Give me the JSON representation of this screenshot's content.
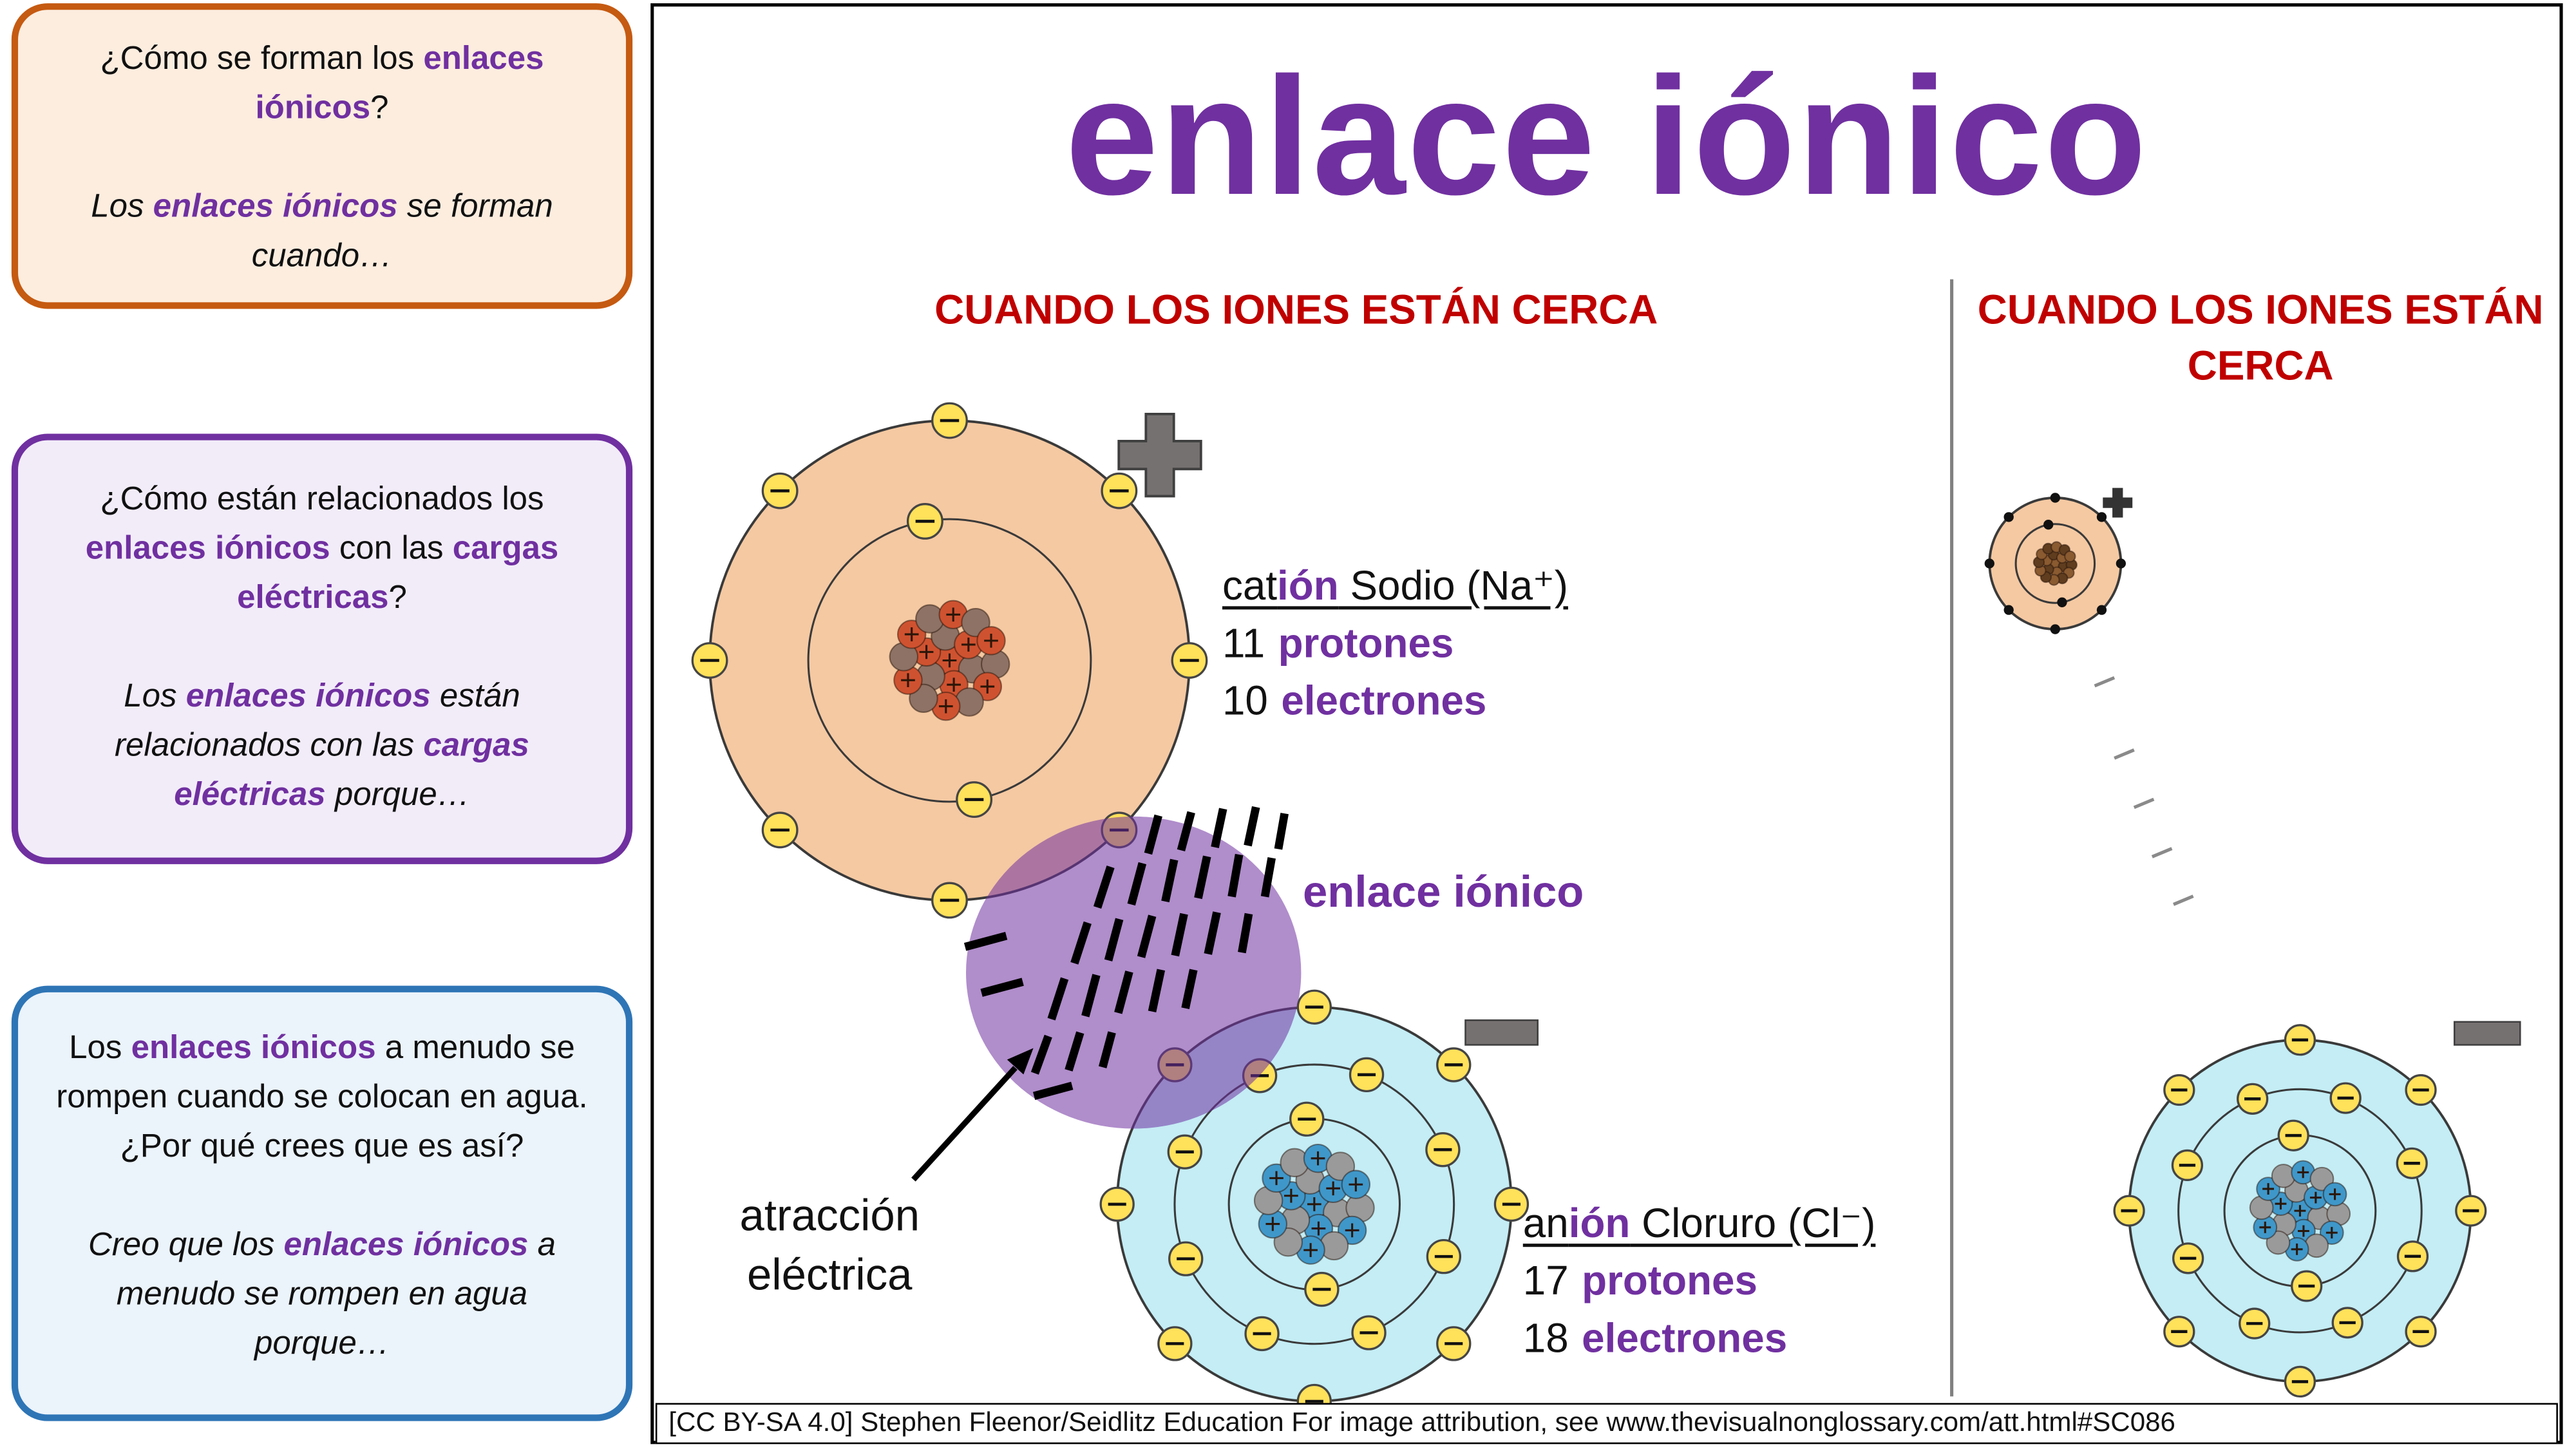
{
  "colors": {
    "purple": "#7030A0",
    "red": "#C00000",
    "box1_border": "#C55A11",
    "box2_border": "#7030A0",
    "box3_border": "#2E75B6",
    "sodium_fill": "#F5C9A2",
    "chloride_fill": "#C4EDF5",
    "electron_yellow": "#FFE15A",
    "sign_gray": "#767171"
  },
  "sidebar": {
    "boxes": [
      {
        "question": [
          "¿Cómo se forman los ",
          "enlaces iónicos",
          "?"
        ],
        "answer": [
          "Los ",
          "enlaces iónicos",
          " se forman cuando…"
        ]
      },
      {
        "question": [
          "¿Cómo están relacionados los ",
          "enlaces iónicos",
          " con las ",
          "cargas eléctricas",
          "?"
        ],
        "answer": [
          "Los ",
          "enlaces iónicos",
          " están relacionados con las ",
          "cargas eléctricas",
          " porque…"
        ]
      },
      {
        "question": [
          "Los ",
          "enlaces iónicos",
          " a menudo se rompen cuando se colocan en agua. ¿Por qué crees que es así?"
        ],
        "answer": [
          "Creo que los ",
          "enlaces iónicos",
          " a menudo se rompen en agua porque…"
        ]
      }
    ]
  },
  "main": {
    "title": "enlace iónico",
    "near_header": "CUANDO LOS IONES ESTÁN CERCA",
    "far_header_line1": "CUANDO LOS IONES ESTÁN",
    "far_header_line2": "CERCA",
    "cation": {
      "name": [
        "cat",
        "ión",
        " Sodio (Na⁺)"
      ],
      "protons": "11",
      "protons_label": "protones",
      "electrons": "10",
      "electrons_label": "electrones"
    },
    "anion": {
      "name": [
        "an",
        "ión",
        " Cloruro (Cl⁻)"
      ],
      "protons": "17",
      "protons_label": "protones",
      "electrons": "18",
      "electrons_label": "electrones"
    },
    "bond_label": "enlace iónico",
    "attraction_label": "atracción eléctrica",
    "attribution": "[CC BY-SA 4.0] Stephen Fleenor/Seidlitz Education For image attribution, see www.thevisualnonglossary.com/att.html#SC086"
  },
  "figures": {
    "sodium_near": {
      "shells": [
        2,
        8
      ],
      "charge": "+"
    },
    "chloride_near": {
      "shells": [
        2,
        8,
        8
      ],
      "charge": "−"
    },
    "sodium_far": {
      "shells": [
        2,
        8
      ],
      "charge": "+"
    },
    "chloride_far": {
      "shells": [
        2,
        8,
        8
      ],
      "charge": "−"
    }
  }
}
